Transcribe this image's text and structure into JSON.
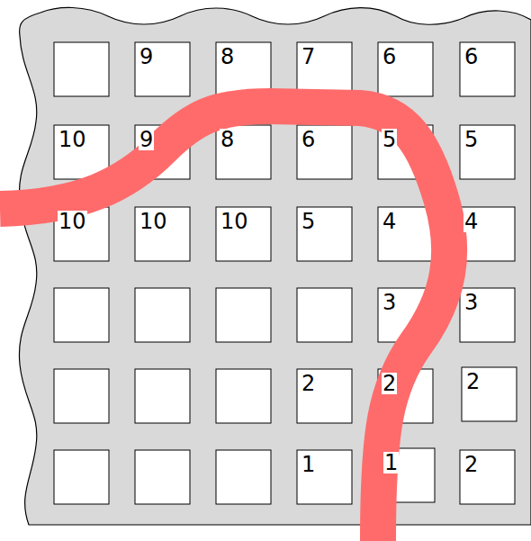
{
  "diagram": {
    "labels": [
      "9",
      "8",
      "7",
      "6",
      "6",
      "10",
      "9",
      "8",
      "6",
      "5",
      "5",
      "10",
      "10",
      "10",
      "5",
      "4",
      "4",
      "3",
      "3",
      "2",
      "2",
      "2",
      "1",
      "1",
      "2"
    ]
  }
}
